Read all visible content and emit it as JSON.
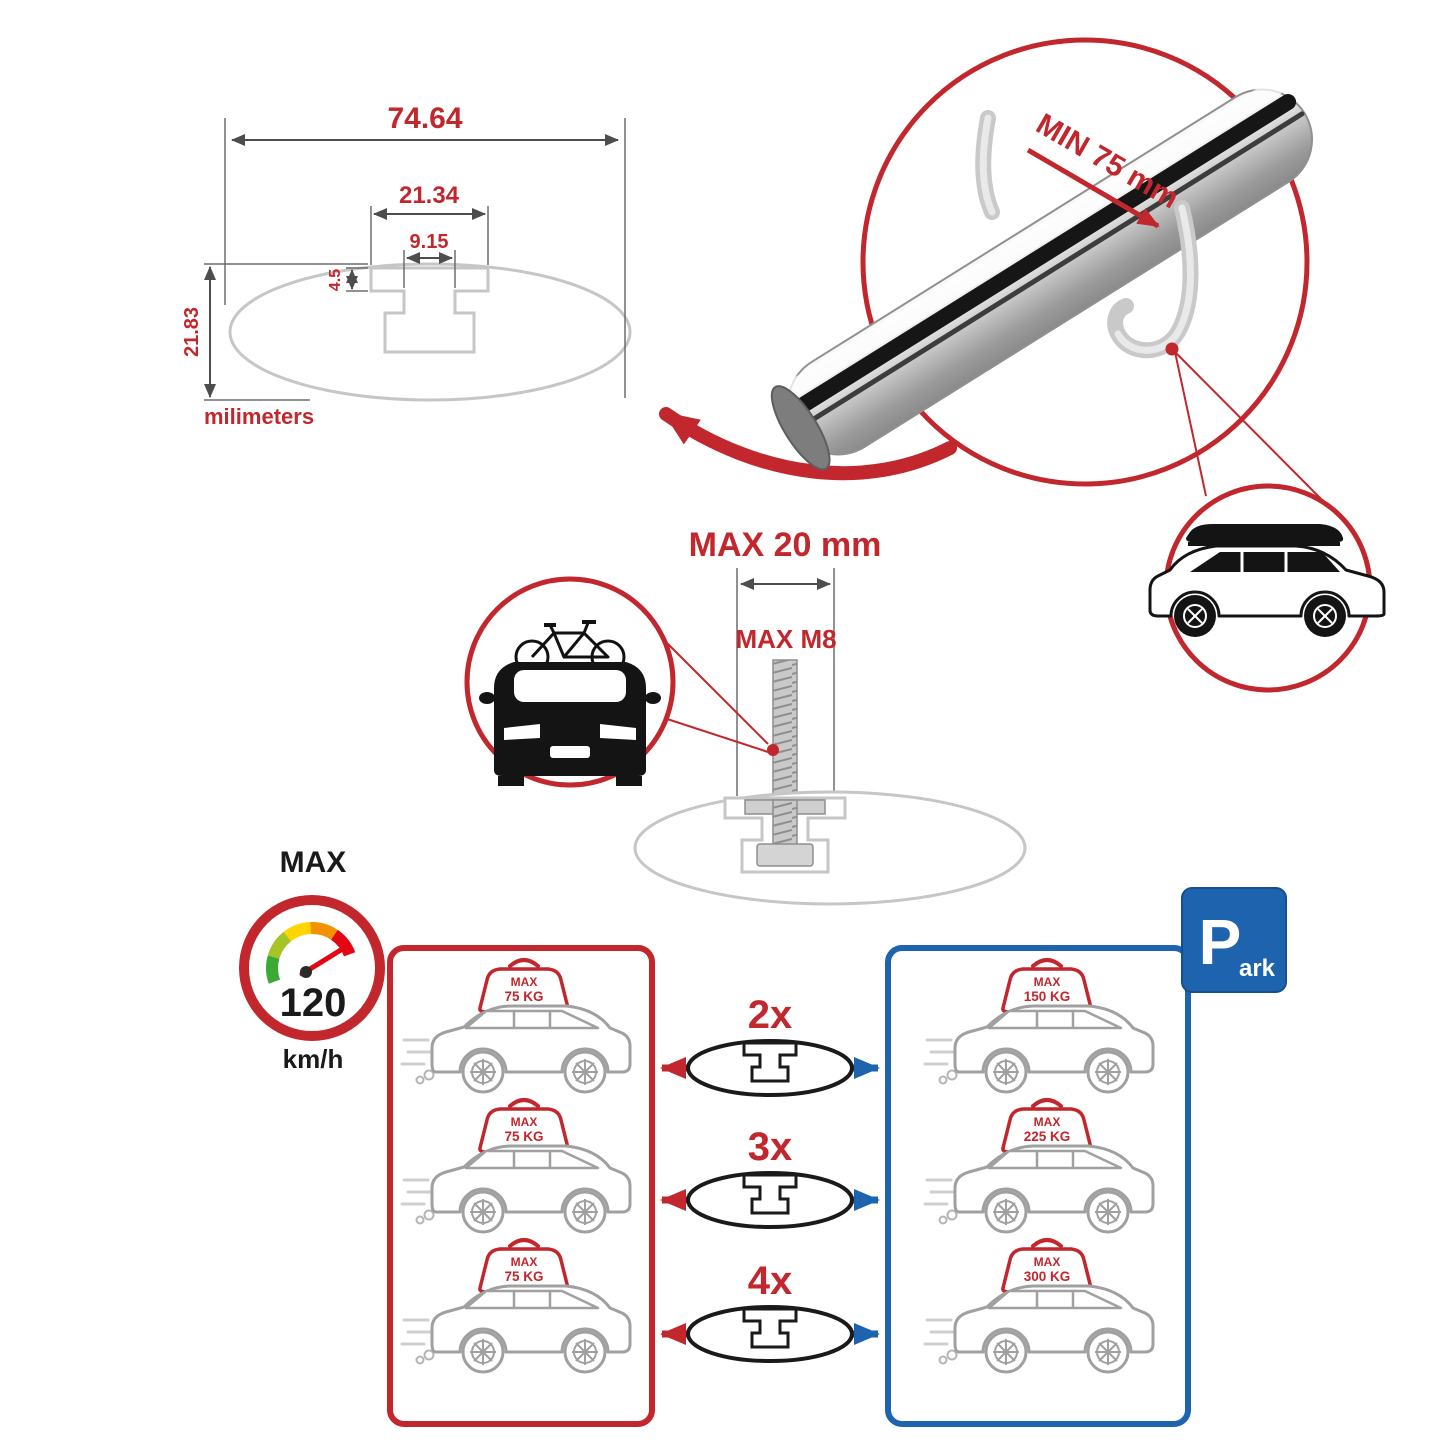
{
  "colors": {
    "red": "#c1272d",
    "blue": "#1d63ad",
    "gray": "#c6c6c6",
    "dark": "#1a1a1a"
  },
  "cross_section_diagram": {
    "total_width": "74.64",
    "slot_outer_width": "21.34",
    "slot_inner_width": "9.15",
    "slot_depth": "4.5",
    "total_height": "21.83",
    "units_label": "milimeters"
  },
  "crossbar_detail": {
    "min_clamp_label": "MIN 75 mm"
  },
  "bolt_detail": {
    "max_width_label": "MAX 20 mm",
    "thread_label": "MAX M8"
  },
  "speed_limit": {
    "heading": "MAX",
    "value": "120",
    "unit": "km/h"
  },
  "parking_sign": {
    "letter": "P",
    "suffix": "ark"
  },
  "multipliers": [
    {
      "label": "2x"
    },
    {
      "label": "3x"
    },
    {
      "label": "4x"
    }
  ],
  "left_cars": [
    {
      "max_label": "MAX",
      "weight": "75 KG"
    },
    {
      "max_label": "MAX",
      "weight": "75 KG"
    },
    {
      "max_label": "MAX",
      "weight": "75 KG"
    }
  ],
  "right_cars": [
    {
      "max_label": "MAX",
      "weight": "150 KG"
    },
    {
      "max_label": "MAX",
      "weight": "225 KG"
    },
    {
      "max_label": "MAX",
      "weight": "300 KG"
    }
  ]
}
